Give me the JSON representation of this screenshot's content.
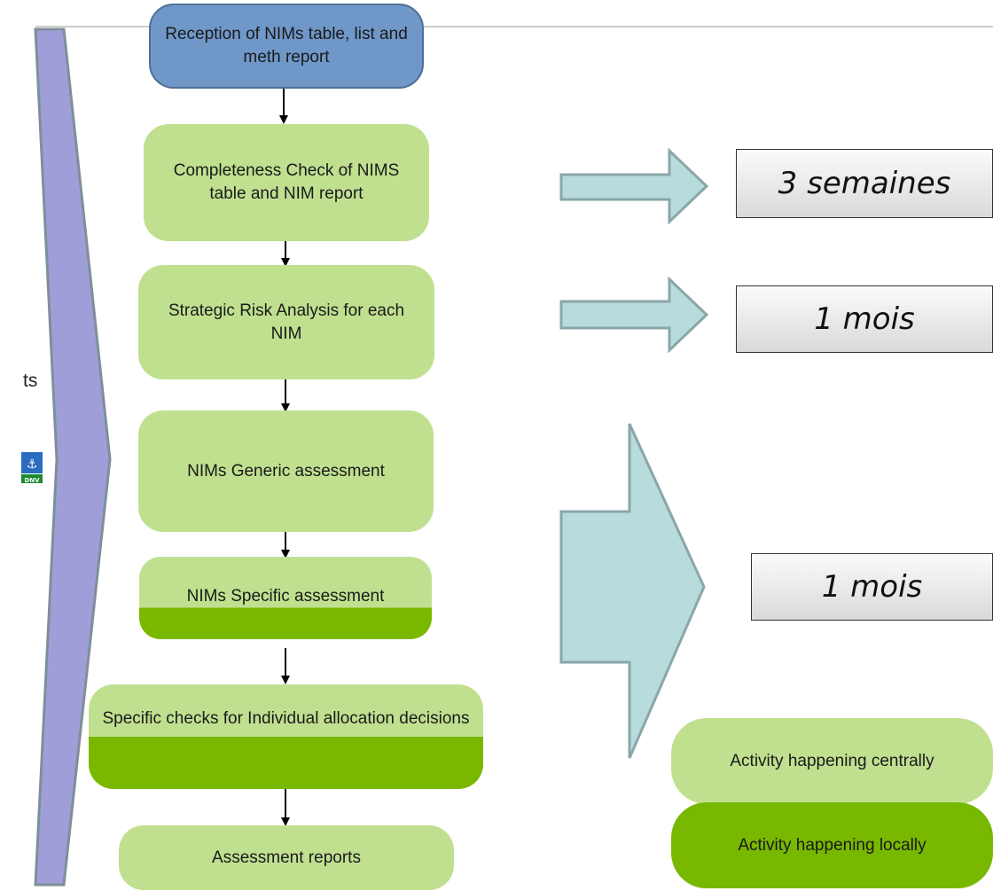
{
  "steps": [
    {
      "text": "Reception of NIMs table, list and meth report"
    },
    {
      "text": "Completeness Check of NIMS table and NIM report"
    },
    {
      "text": "Strategic Risk Analysis for each NIM"
    },
    {
      "text": "NIMs Generic assessment"
    },
    {
      "text": "NIMs Specific assessment"
    },
    {
      "text": "Specific checks for Individual allocation decisions"
    },
    {
      "text": "Assessment reports"
    }
  ],
  "durations": [
    "3 semaines",
    "1 mois",
    "1 mois"
  ],
  "legend": {
    "central": "Activity happening centrally",
    "local": "Activity happening locally"
  },
  "fragments": {
    "left_text": "ts",
    "logo_text": "DNV"
  },
  "colors": {
    "central_fill": "#c0e090",
    "local_fill": "#78b800",
    "top_fill": "#6f97c8",
    "arrow_fill": "#b8dcdc",
    "chevron_fill": "#a09ed8"
  }
}
